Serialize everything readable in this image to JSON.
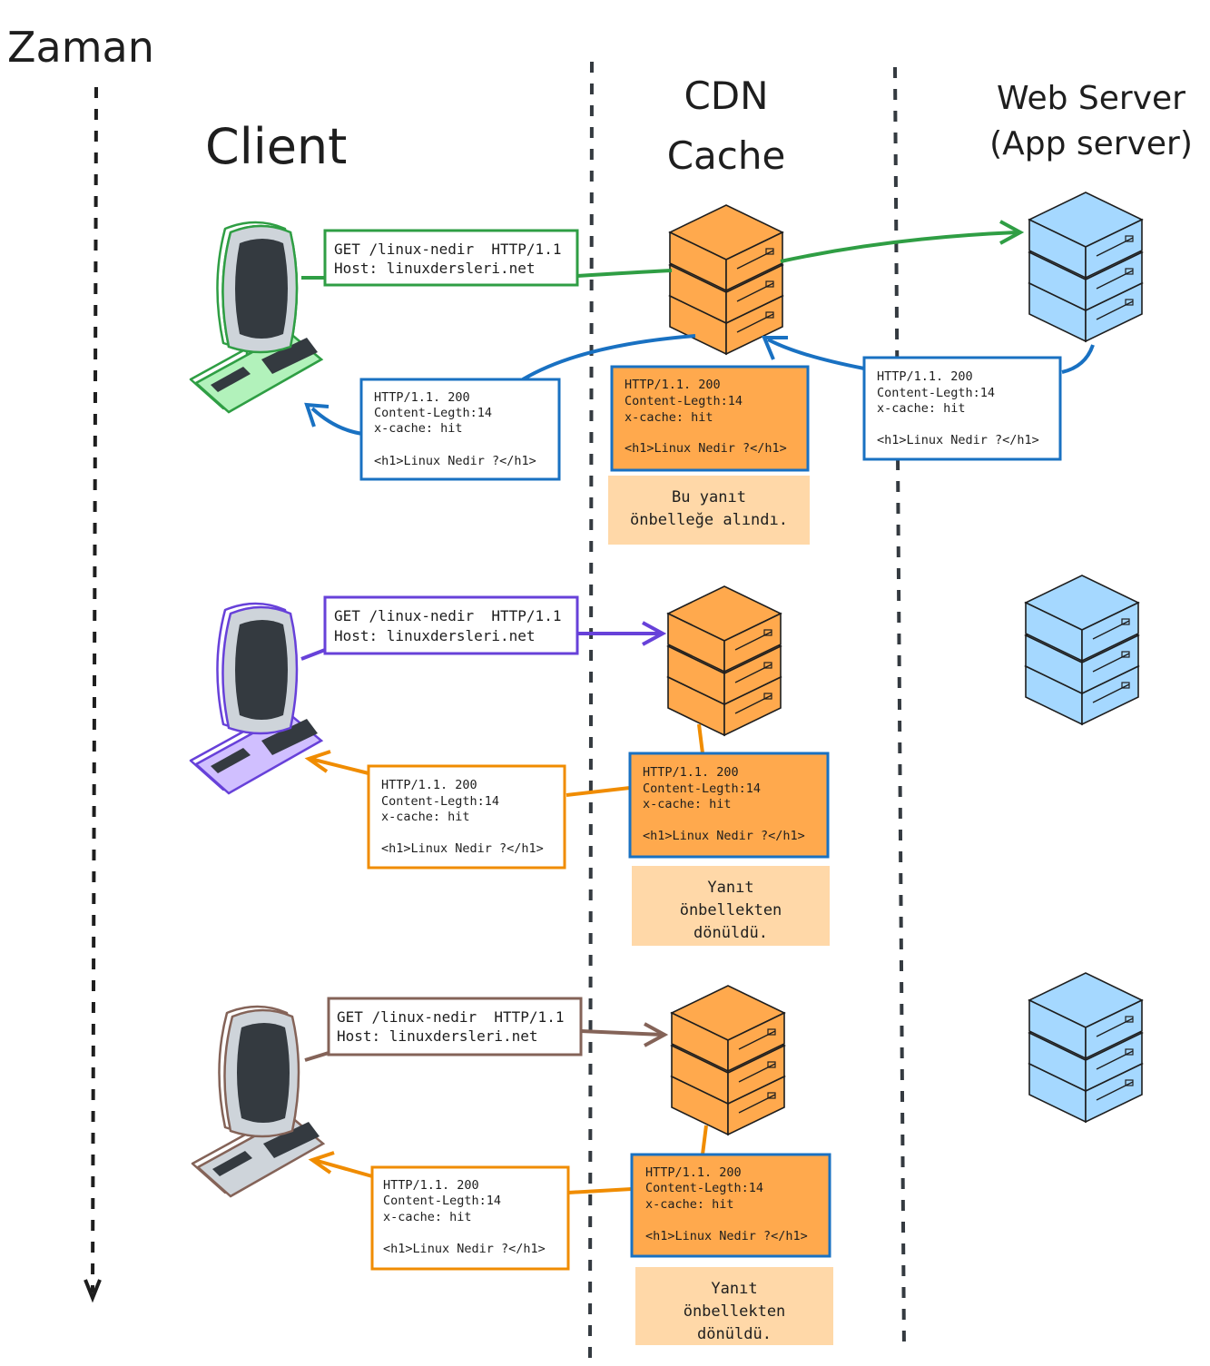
{
  "headings": {
    "time": "Zaman",
    "client": "Client",
    "cdn_line1": "CDN",
    "cdn_line2": "Cache",
    "web_line1": "Web Server",
    "web_line2": "(App server)"
  },
  "request": {
    "line1": "GET /linux-nedir  HTTP/1.1",
    "line2": "Host: linuxdersleri.net"
  },
  "response": {
    "status": "HTTP/1.1. 200",
    "content_length": "Content-Legth:14",
    "cache_header": "x-cache: hit",
    "body": "<h1>Linux Nedir ?</h1>"
  },
  "notes": {
    "cached": "Bu yanıt\nönbelleğe alındı.",
    "served_from_cache": "Yanıt\nönbellekten\ndönüldü."
  },
  "colors": {
    "green": "#2f9e44",
    "blue": "#1971c2",
    "purple": "#6741d9",
    "orange": "#f08c00",
    "brown": "#846358",
    "cdn_fill": "#ffa94d",
    "web_fill": "#a5d8ff",
    "note_fill": "#ffd8a8"
  },
  "icons": [
    "computer-icon",
    "cdn-server-icon",
    "web-server-icon"
  ]
}
